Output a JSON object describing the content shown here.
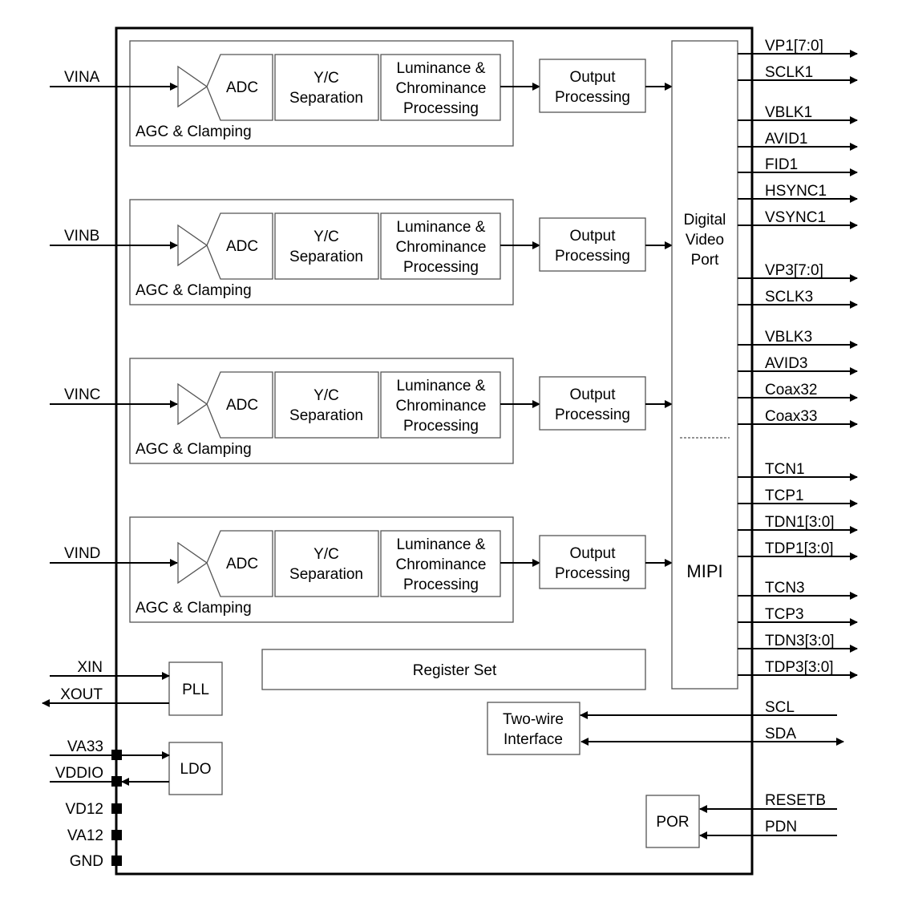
{
  "channels": [
    {
      "input": "VINA",
      "agc_label": "AGC & Clamping",
      "adc": "ADC",
      "yc": [
        "Y/C",
        "Separation"
      ],
      "lum": [
        "Luminance &",
        "Chrominance",
        "Processing"
      ],
      "out": [
        "Output",
        "Processing"
      ]
    },
    {
      "input": "VINB",
      "agc_label": "AGC & Clamping",
      "adc": "ADC",
      "yc": [
        "Y/C",
        "Separation"
      ],
      "lum": [
        "Luminance &",
        "Chrominance",
        "Processing"
      ],
      "out": [
        "Output",
        "Processing"
      ]
    },
    {
      "input": "VINC",
      "agc_label": "AGC & Clamping",
      "adc": "ADC",
      "yc": [
        "Y/C",
        "Separation"
      ],
      "lum": [
        "Luminance &",
        "Chrominance",
        "Processing"
      ],
      "out": [
        "Output",
        "Processing"
      ]
    },
    {
      "input": "VIND",
      "agc_label": "AGC & Clamping",
      "adc": "ADC",
      "yc": [
        "Y/C",
        "Separation"
      ],
      "lum": [
        "Luminance &",
        "Chrominance",
        "Processing"
      ],
      "out": [
        "Output",
        "Processing"
      ]
    }
  ],
  "dvp": {
    "label": [
      "Digital",
      "Video",
      "Port"
    ],
    "mipi": "MIPI"
  },
  "register_set": "Register Set",
  "pll": "PLL",
  "ldo": "LDO",
  "two_wire": [
    "Two-wire",
    "Interface"
  ],
  "por": "POR",
  "left_pins": {
    "xin": "XIN",
    "xout": "XOUT",
    "va33": "VA33",
    "vddio": "VDDIO",
    "vd12": "VD12",
    "va12": "VA12",
    "gnd": "GND"
  },
  "right_outputs": [
    {
      "name": "VP1[7:0]",
      "group": "dvp"
    },
    {
      "name": "SCLK1",
      "group": "dvp"
    },
    {
      "name": "VBLK1",
      "group": "dvp"
    },
    {
      "name": "AVID1",
      "group": "dvp"
    },
    {
      "name": "FID1",
      "group": "dvp"
    },
    {
      "name": "HSYNC1",
      "group": "dvp"
    },
    {
      "name": "VSYNC1",
      "group": "dvp"
    },
    {
      "name": "VP3[7:0]",
      "group": "dvp"
    },
    {
      "name": "SCLK3",
      "group": "dvp"
    },
    {
      "name": "VBLK3",
      "group": "dvp"
    },
    {
      "name": "AVID3",
      "group": "dvp"
    },
    {
      "name": "Coax32",
      "group": "dvp"
    },
    {
      "name": "Coax33",
      "group": "dvp"
    },
    {
      "name": "TCN1",
      "group": "mipi"
    },
    {
      "name": "TCP1",
      "group": "mipi"
    },
    {
      "name": "TDN1[3:0]",
      "group": "mipi"
    },
    {
      "name": "TDP1[3:0]",
      "group": "mipi"
    },
    {
      "name": "TCN3",
      "group": "mipi"
    },
    {
      "name": "TCP3",
      "group": "mipi"
    },
    {
      "name": "TDN3[3:0]",
      "group": "mipi"
    },
    {
      "name": "TDP3[3:0]",
      "group": "mipi"
    }
  ],
  "right_inputs": {
    "scl": "SCL",
    "sda": "SDA",
    "resetb": "RESETB",
    "pdn": "PDN"
  }
}
